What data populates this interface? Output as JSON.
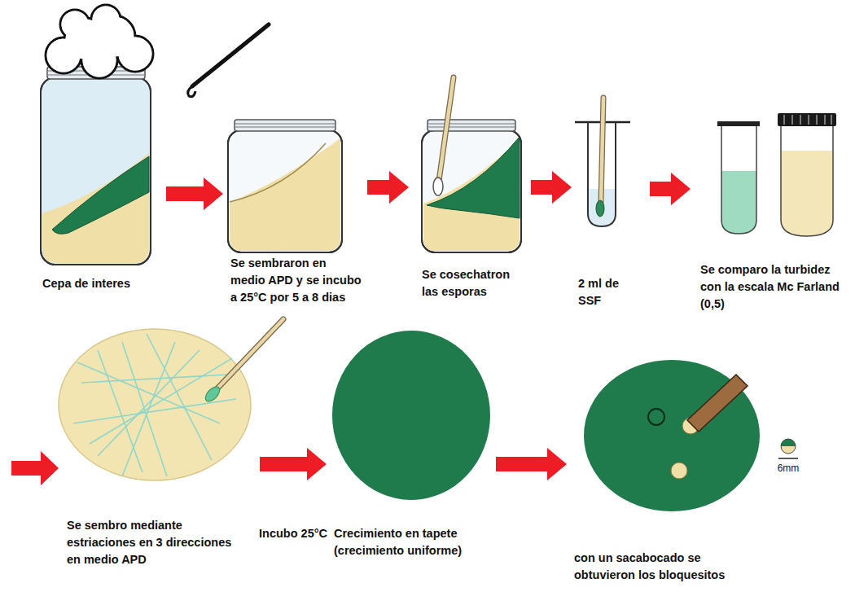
{
  "diagram": {
    "nodes": [
      {
        "text": [
          "Cepa de interes"
        ]
      },
      {
        "text": [
          "Se sembraron en medio APD y se incubo a 25°C por 5 a 8 dias"
        ]
      },
      {
        "text": [
          "Se cosechatron las esporas"
        ]
      },
      {
        "text": [
          "2 ml de SSF"
        ]
      },
      {
        "text": [
          "Se comparo la turbidez con la escala Mc Farland (0,5)"
        ]
      },
      {
        "text": [
          "Se sembro mediante estriaciones en 3 direcciones en medio APD"
        ]
      },
      {
        "text": [
          "Crecimiento en tapete (crecimiento uniforme)"
        ]
      },
      {
        "text": [
          "con un sacabocado se obtuvieron los bloquesitos"
        ]
      }
    ],
    "edges": [
      {
        "from": 0,
        "to": 1,
        "arrow": "to"
      },
      {
        "from": 1,
        "to": 2,
        "arrow": "to"
      },
      {
        "from": 2,
        "to": 3,
        "arrow": "to"
      },
      {
        "from": 3,
        "to": 4,
        "arrow": "to"
      },
      {
        "from": 5,
        "to": 6,
        "label": "Incubo 25°C",
        "arrow": "to"
      },
      {
        "from": 6,
        "to": 7,
        "arrow": "to"
      }
    ],
    "labels": [
      "6mm"
    ]
  }
}
